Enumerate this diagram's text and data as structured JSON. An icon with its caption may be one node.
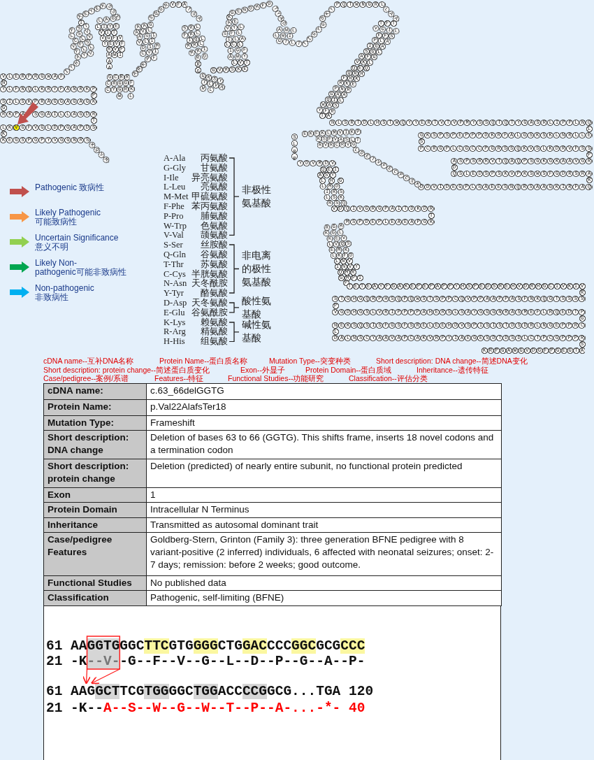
{
  "diagram": {
    "labels": [
      "VLERPRGWAF",
      "IYH",
      "N",
      "YLFNQLKRYFANRKP",
      "P",
      "SILSKPRAGGAGAGK",
      "G",
      "RKPA",
      "SGAILLAGDR",
      "T",
      "LKVGFVGLDPGAPDS",
      "K",
      "KEGSPGPYVGGNRS",
      "KQVM",
      "KEYEK",
      "SSE",
      "I",
      "FST",
      "LSV",
      "CLV",
      "VFS",
      "FLL",
      "AYV",
      "LAG",
      "LIYE",
      "VIT",
      "VGFV",
      "YEVF",
      "RVF",
      "AWI",
      "AA",
      "GCRR",
      "CRGGF",
      "CYGRK",
      "WL",
      "ARK",
      "SQGN",
      "VFA",
      "TSA",
      "AAG",
      "AVL",
      "ASI",
      "VLI",
      "DIM",
      "CVI",
      "PF",
      "SRL",
      "FRL",
      "IQL",
      "MRL",
      "MRI",
      "RD",
      "RG",
      "GKSY",
      "GVHSKE",
      "TLVA",
      "WL",
      "K",
      "AE",
      "VYL",
      "SFL",
      "ILA",
      "LCL",
      "IGF",
      "AWY",
      "LVT",
      "GENDHFD",
      "TYAD",
      "AWL",
      "LWI",
      "GTLT",
      "TIGYG",
      "DKY",
      "PQTWNGRL",
      "LAA",
      "TFT",
      "VGIL",
      "FFS",
      "PLA",
      "IGA",
      "SGL",
      "AFG",
      "VKL",
      "QEQ",
      "QRH",
      "FHK",
      "RKE",
      "PNR",
      "GAA",
      "QIL",
      "WAS",
      "YFR",
      "TA",
      "NLSRTDLHSTWQYYERTVTVPMYSSQTQTYGASRLIPPLNQ",
      "L",
      "GKSPSPEPPPDKRFALGSKSKLNRLLE",
      "S",
      "PCRGPLCGCCPGRSSQKVSLKDRVFSS",
      "P",
      "ASPSRRVTQAQPSGKGKAAVGR",
      "D",
      "QSLEDSPSKVPKSWSFGDRSRA",
      "R",
      "DDVIDEGPLSAEESNQRSAAGKIRFAQ",
      "EKFKLMVIKP",
      "KSFVASLT",
      "RVRCRVG",
      "SLRP",
      "YDVMDV",
      "LDETVFECPCSK",
      "QEI",
      "ASY",
      "LHG",
      "LMD",
      "IRS",
      "LSK",
      "RSQ",
      "VD",
      "QIVGRGPAITDKDR",
      "T",
      "MSPDEPLEAEAPGK",
      "RGM",
      "KGL",
      "KEV",
      "LVQS",
      "EMK",
      "LKFD",
      "LNV",
      "INVY",
      "QMR",
      "GMPI",
      "P",
      "TETEAYFGAKEPEPAPPYHSPEDSREHVDRHGCIVKIV",
      "R",
      "STGHGQRPHSQPQWSTSPPCQVPPAAPPASFNKQGTSSSS",
      "P",
      "VGDHGSLVRIPPPPAHERSLSAYGGGNRASMEFLRQEDTP",
      "G",
      "NEKSQSISFGSFSRELEEHDVSPISISTDSDRLNGEPPRC",
      "L",
      "DALNSCYAAVAPCAKVRPYIAEGESDTDSDLCTPCGPPPR",
      "S",
      "KRPGAWGVDGFPGEGTA",
      "A-Ala",
      "丙氨酸",
      "G-Gly",
      "甘氨酸",
      "I-Ile",
      "异亮氨酸",
      "L-Leu",
      "亮氨酸",
      "M-Met",
      "甲硫氨酸",
      "F-Phe",
      "苯丙氨酸",
      "P-Pro",
      "脯氨酸",
      "W-Trp",
      "色氨酸",
      "V-Val",
      "颉氨酸",
      "S-Ser",
      "丝胺酸",
      "Q-Gln",
      "谷氨酸",
      "T-Thr",
      "苏氨酸",
      "C-Cys",
      "半胱氨酸",
      "N-Asn",
      "天冬酰胺",
      "Y-Tyr",
      "酪氨酸",
      "D-Asp",
      "天冬氨酸",
      "E-Glu",
      "谷氨酰胺",
      "K-Lys",
      "赖氨酸",
      "R-Arg",
      "精氨酸",
      "H-His",
      "组氨酸",
      "非极性氨基酸",
      "非电离的极性氨基酸",
      "酸性氨基酸",
      "碱性氨基酸",
      "cDNA name--互补DNA名称",
      "Protein Name--蛋白质名称",
      "Mutation Type--突变种类",
      "Short description: DNA change--简述DNA变化",
      "Short description: protein change--简述蛋白质变化",
      "Exon--外显子",
      "Protein Domain--蛋白质域",
      "Inheritance--遗传特征",
      "Case/pedigree--案例/系谱",
      "Features--特征",
      "Functional Studies--功能研究",
      "Classification--评估分类",
      "cDNA name:",
      "c.63_66delGGTG",
      "Protein Name:",
      "p.Val22AlafsTer18",
      "Mutation Type:",
      "Frameshift",
      "Short description: DNA change",
      "Deletion of bases 63 to 66 (GGTG). This shifts frame, inserts 18 novel codons and a termination codon",
      "Short description: protein change",
      "Deletion (predicted) of nearly entire subunit, no functional protein predicted",
      "Exon",
      "1",
      "Protein Domain",
      "Intracellular N Terminus",
      "Inheritance",
      "Transmitted as autosomal dominant trait",
      "Case/pedigree Features",
      "Goldberg-Stern, Grinton (Family 3): three generation BFNE pedigree with 8 variant-positive (2 inferred) individuals, 6 affected with neonatal seizures; onset: 2-7 days; remission: before 2 weeks; good outcome.",
      "Functional Studies",
      "No published data",
      "Classification",
      "Pathogenic, self-limiting (BFNE)",
      "61 AAGGTGGGCTTCGTGGGGCTGGACCCCGGCGCGCCC",
      "21 -K--V--G--F--V--G--L--D--P--G--A--P-",
      "61 AAGGCTTCGTGGGGCTGGACCCCGGCG...TGA 120",
      "21 -K--A--S--W--G--W--T--P--A-...-*- 40"
    ],
    "legend": [
      {
        "text": "Pathogenic 致病性",
        "color": "#c0504d"
      },
      {
        "text": "Likely Pathogenic 可能致病性",
        "color": "#f79646"
      },
      {
        "text": "Uncertain Significance 意义不明",
        "color": "#92d050"
      },
      {
        "text": "Likely Non-pathogenic可能非致病性",
        "color": "#00a650"
      },
      {
        "text": "Non-pathogenic 非致病性",
        "color": "#00b0f0"
      }
    ]
  }
}
